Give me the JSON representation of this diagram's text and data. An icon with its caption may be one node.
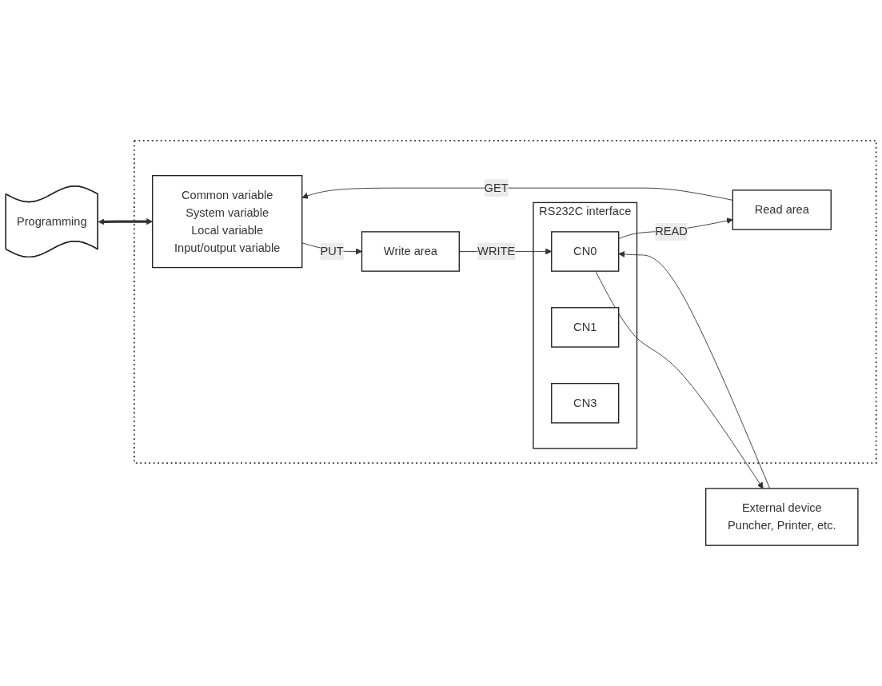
{
  "diagram": {
    "nodes": [
      {
        "text": [],
        "shape": "box"
      },
      {
        "text": [
          "Common variable",
          "System variable",
          "Local variable",
          "Input/output variable"
        ],
        "in": 0
      },
      {
        "text": [
          "Read area"
        ],
        "in": 0
      },
      {
        "text": [
          "Write area"
        ],
        "in": 0
      },
      {
        "text": [
          "RS232C interface"
        ],
        "in": 0
      },
      {
        "text": [
          "CN0"
        ],
        "in": 4
      },
      {
        "text": [
          "CN1"
        ],
        "in": 4
      },
      {
        "text": [
          "CN3"
        ],
        "in": 4
      },
      {
        "text": [
          "External device",
          "Puncher, Printer, etc."
        ]
      },
      {
        "text": [
          "Programming"
        ]
      }
    ],
    "edges": [
      {
        "from": 2,
        "to": 1,
        "label": "GET",
        "arrow": "to"
      },
      {
        "from": 1,
        "to": 3,
        "label": "PUT",
        "arrow": "to"
      },
      {
        "from": 5,
        "to": 2,
        "label": "READ",
        "arrow": "to"
      },
      {
        "from": 3,
        "to": 5,
        "label": "WRITE",
        "arrow": "to"
      },
      {
        "from": 8,
        "to": 5,
        "arrow": "to"
      },
      {
        "from": 5,
        "to": 8,
        "arrow": "to"
      },
      {
        "from": 9,
        "to": 1,
        "arrow": "both",
        "style": "thick"
      }
    ]
  }
}
